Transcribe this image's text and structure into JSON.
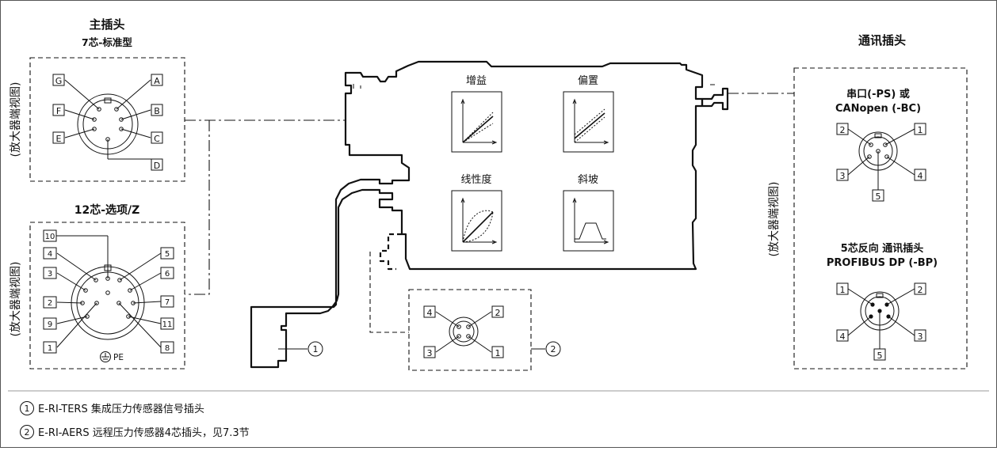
{
  "main_connector": {
    "title": "主插头",
    "standard_label": "7芯-标准型",
    "option_label": "12芯-选项/Z",
    "view_note": "(放大器端视图)",
    "pins7": [
      "G",
      "A",
      "F",
      "B",
      "E",
      "C",
      "D"
    ],
    "pins12_left": [
      "10",
      "4",
      "3",
      "2",
      "9",
      "1"
    ],
    "pins12_right": [
      "5",
      "6",
      "7",
      "11",
      "8"
    ],
    "pe_label": "PE"
  },
  "comm_connector": {
    "title": "通讯插头",
    "view_note": "(放大器端视图)",
    "serial_line1": "串口(-PS) 或",
    "serial_line2": "CANopen (-BC)",
    "serial_pins": [
      "2",
      "1",
      "3",
      "4",
      "5"
    ],
    "profibus_line1": "5芯反向 通讯插头",
    "profibus_line2": "PROFIBUS DP (-BP)",
    "profibus_pins": [
      "1",
      "2",
      "4",
      "3",
      "5"
    ]
  },
  "sensor_connector": {
    "pins": [
      "4",
      "2",
      "3",
      "1"
    ]
  },
  "adjustments": {
    "gain": "增益",
    "bias": "偏置",
    "linearity": "线性度",
    "ramp": "斜坡"
  },
  "callouts": {
    "c1": "1",
    "c2": "2"
  },
  "notes": [
    {
      "num": "1",
      "text": "E-RI-TERS 集成压力传感器信号插头"
    },
    {
      "num": "2",
      "text": "E-RI-AERS 远程压力传感器4芯插头，见7.3节"
    }
  ]
}
